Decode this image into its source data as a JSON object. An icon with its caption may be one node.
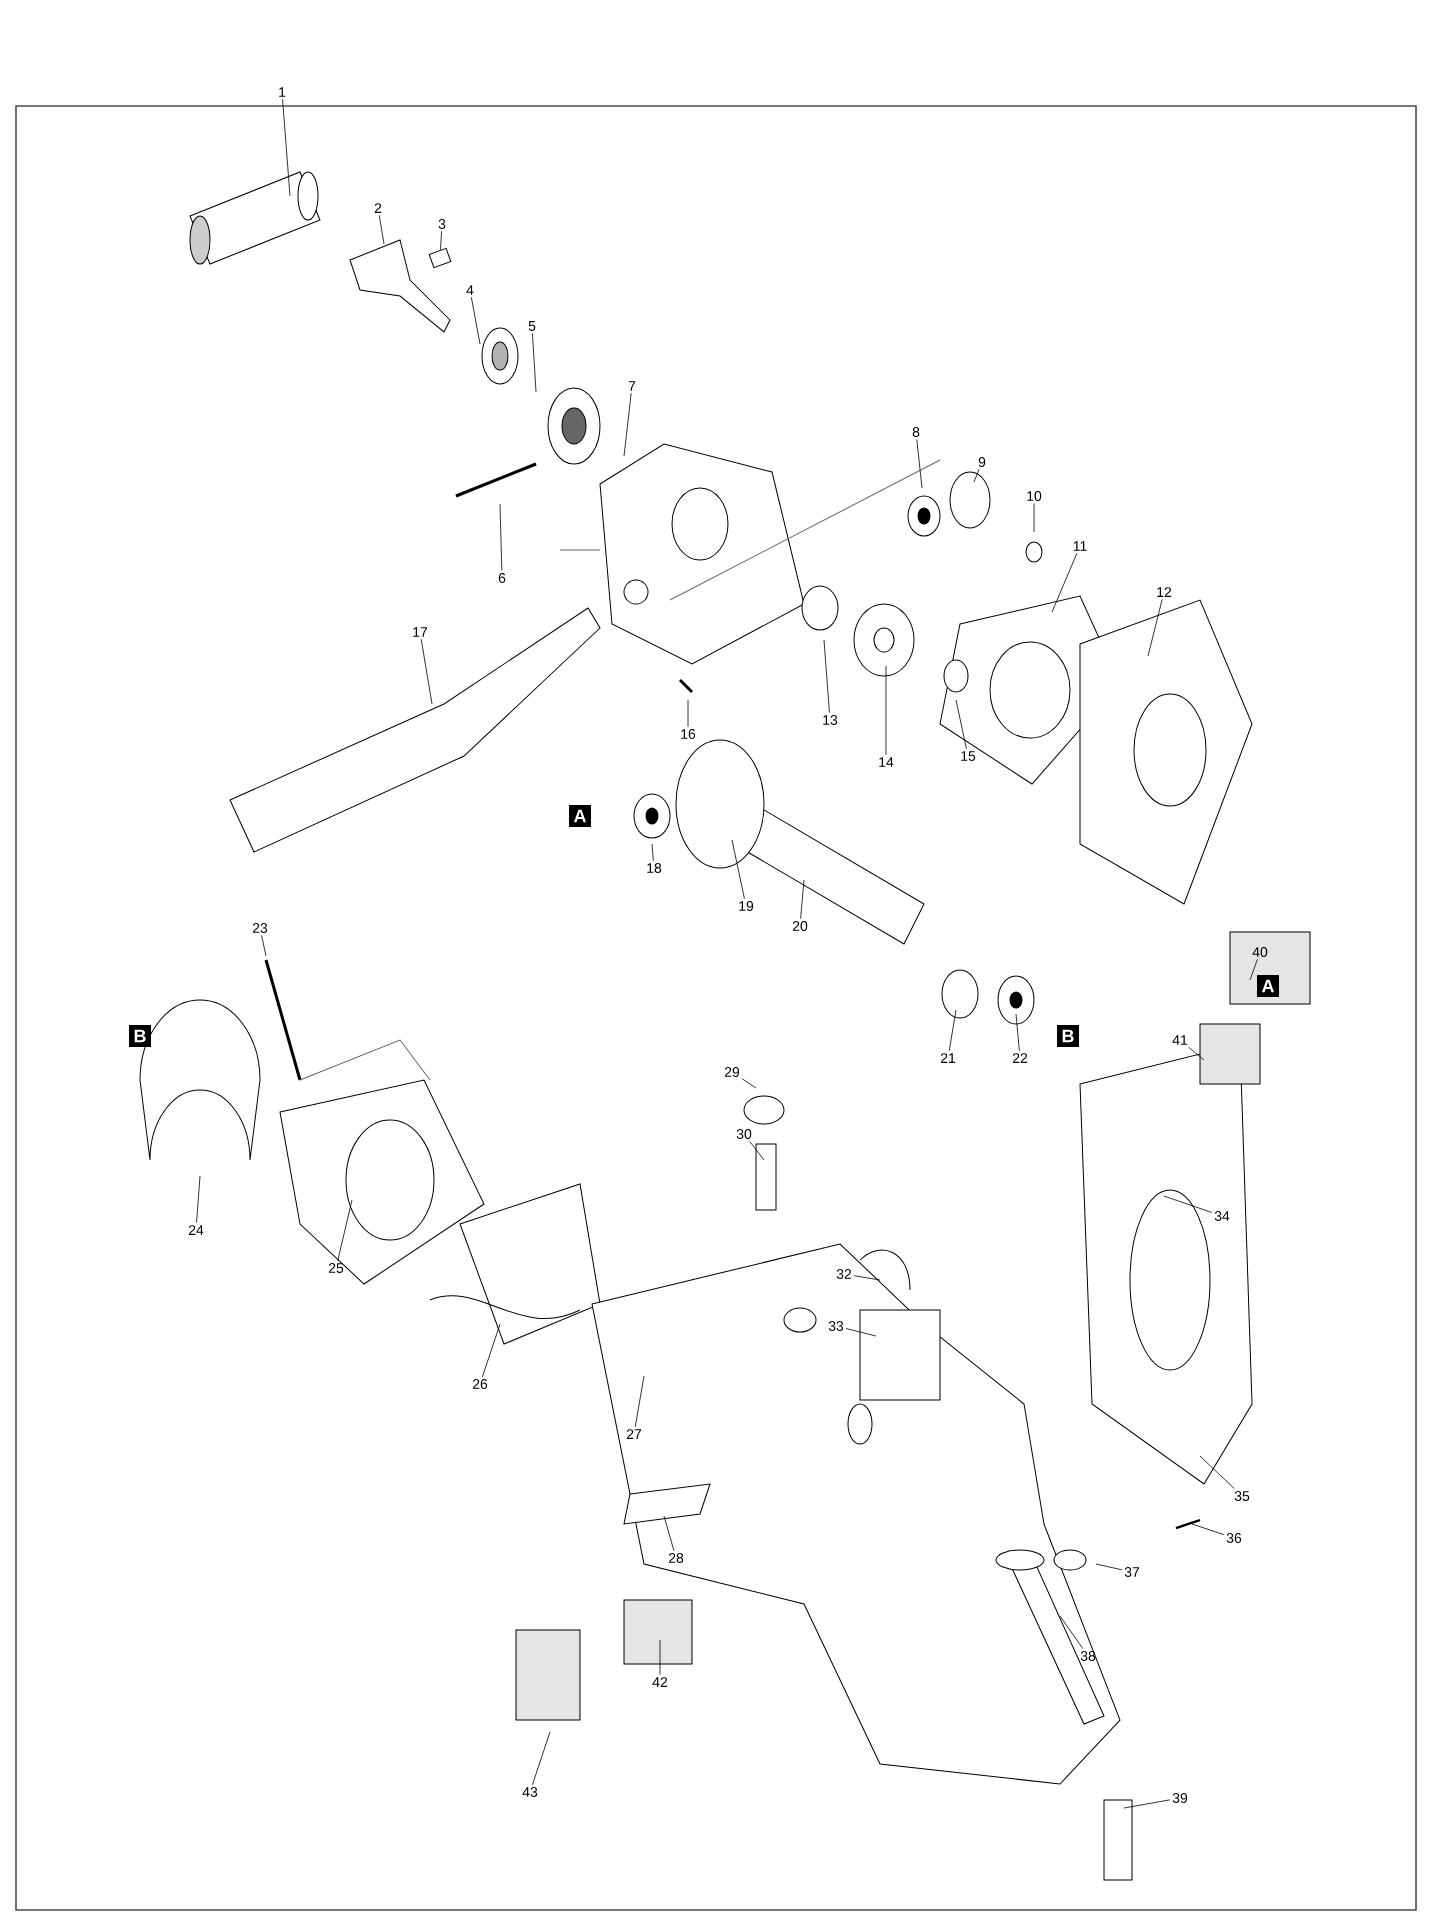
{
  "diagram": {
    "nodes": [
      {
        "text": [
          "1"
        ]
      },
      {
        "text": [
          "2"
        ]
      },
      {
        "text": [
          "3"
        ]
      },
      {
        "text": [
          "4"
        ]
      },
      {
        "text": [
          "5"
        ]
      },
      {
        "text": [
          "6"
        ]
      },
      {
        "text": [
          "7"
        ]
      },
      {
        "text": [
          "8"
        ]
      },
      {
        "text": [
          "9"
        ]
      },
      {
        "text": [
          "10"
        ]
      },
      {
        "text": [
          "11"
        ]
      },
      {
        "text": [
          "12"
        ]
      },
      {
        "text": [
          "13"
        ]
      },
      {
        "text": [
          "14"
        ]
      },
      {
        "text": [
          "15"
        ]
      },
      {
        "text": [
          "16"
        ]
      },
      {
        "text": [
          "17"
        ]
      },
      {
        "text": [
          "18"
        ]
      },
      {
        "text": [
          "19"
        ]
      },
      {
        "text": [
          "20"
        ]
      },
      {
        "text": [
          "21"
        ]
      },
      {
        "text": [
          "22"
        ]
      },
      {
        "text": [
          "23"
        ]
      },
      {
        "text": [
          "24"
        ]
      },
      {
        "text": [
          "25"
        ]
      },
      {
        "text": [
          "26"
        ]
      },
      {
        "text": [
          "27"
        ]
      },
      {
        "text": [
          "28"
        ]
      },
      {
        "text": [
          "29"
        ]
      },
      {
        "text": [
          "30"
        ]
      },
      {
        "text": [
          "32"
        ]
      },
      {
        "text": [
          "33"
        ]
      },
      {
        "text": [
          "34"
        ]
      },
      {
        "text": [
          "35"
        ]
      },
      {
        "text": [
          "36"
        ]
      },
      {
        "text": [
          "37"
        ]
      },
      {
        "text": [
          "38"
        ]
      },
      {
        "text": [
          "39"
        ]
      },
      {
        "text": [
          "40"
        ]
      },
      {
        "text": [
          "41"
        ]
      },
      {
        "text": [
          "42"
        ]
      },
      {
        "text": [
          "43"
        ]
      },
      {
        "text": [
          "A"
        ]
      },
      {
        "text": [
          "A"
        ]
      },
      {
        "text": [
          "B"
        ]
      },
      {
        "text": [
          "B"
        ]
      },
      {
        "text": [],
        "shape": "box"
      }
    ],
    "edges": [
      {
        "from": 0,
        "to": null,
        "arrow": "none"
      },
      {
        "from": 1,
        "to": null,
        "arrow": "none"
      },
      {
        "from": 2,
        "to": 46,
        "arrow": "none"
      },
      {
        "from": 3,
        "to": null,
        "arrow": "none"
      },
      {
        "from": 4,
        "to": null,
        "arrow": "none"
      },
      {
        "from": 5,
        "to": null,
        "arrow": "none"
      },
      {
        "from": 6,
        "to": null,
        "arrow": "none"
      },
      {
        "from": 7,
        "to": null,
        "arrow": "none"
      },
      {
        "from": 8,
        "to": null,
        "arrow": "none"
      },
      {
        "from": 9,
        "to": null,
        "arrow": "none"
      },
      {
        "from": 10,
        "to": null,
        "arrow": "none"
      },
      {
        "from": 11,
        "to": null,
        "arrow": "none"
      },
      {
        "from": 12,
        "to": null,
        "arrow": "none"
      },
      {
        "from": 13,
        "to": null,
        "arrow": "none"
      },
      {
        "from": 14,
        "to": null,
        "arrow": "none"
      },
      {
        "from": 15,
        "to": null,
        "arrow": "none"
      },
      {
        "from": 16,
        "to": null,
        "arrow": "none"
      },
      {
        "from": 17,
        "to": null,
        "arrow": "none"
      },
      {
        "from": 18,
        "to": null,
        "arrow": "none"
      },
      {
        "from": 19,
        "to": null,
        "arrow": "none"
      },
      {
        "from": 20,
        "to": null,
        "arrow": "none"
      },
      {
        "from": 21,
        "to": null,
        "arrow": "none"
      },
      {
        "from": 22,
        "to": null,
        "arrow": "none"
      },
      {
        "from": 23,
        "to": null,
        "arrow": "none"
      },
      {
        "from": 24,
        "to": null,
        "arrow": "none"
      },
      {
        "from": 25,
        "to": null,
        "arrow": "none"
      },
      {
        "from": 26,
        "to": null,
        "arrow": "none"
      },
      {
        "from": 27,
        "to": null,
        "arrow": "none"
      },
      {
        "from": 28,
        "to": null,
        "arrow": "none"
      },
      {
        "from": 29,
        "to": null,
        "arrow": "none"
      },
      {
        "from": 30,
        "to": null,
        "arrow": "none"
      },
      {
        "from": 31,
        "to": null,
        "arrow": "none"
      },
      {
        "from": 32,
        "to": null,
        "arrow": "none"
      },
      {
        "from": 33,
        "to": null,
        "arrow": "none"
      },
      {
        "from": 34,
        "to": null,
        "arrow": "none"
      },
      {
        "from": 35,
        "to": null,
        "arrow": "none"
      },
      {
        "from": 36,
        "to": null,
        "arrow": "none"
      },
      {
        "from": 37,
        "to": null,
        "arrow": "none"
      },
      {
        "from": 38,
        "to": null,
        "arrow": "none"
      },
      {
        "from": 39,
        "to": null,
        "arrow": "none"
      },
      {
        "from": 40,
        "to": null,
        "arrow": "none"
      },
      {
        "from": 41,
        "to": null,
        "arrow": "none"
      }
    ]
  }
}
